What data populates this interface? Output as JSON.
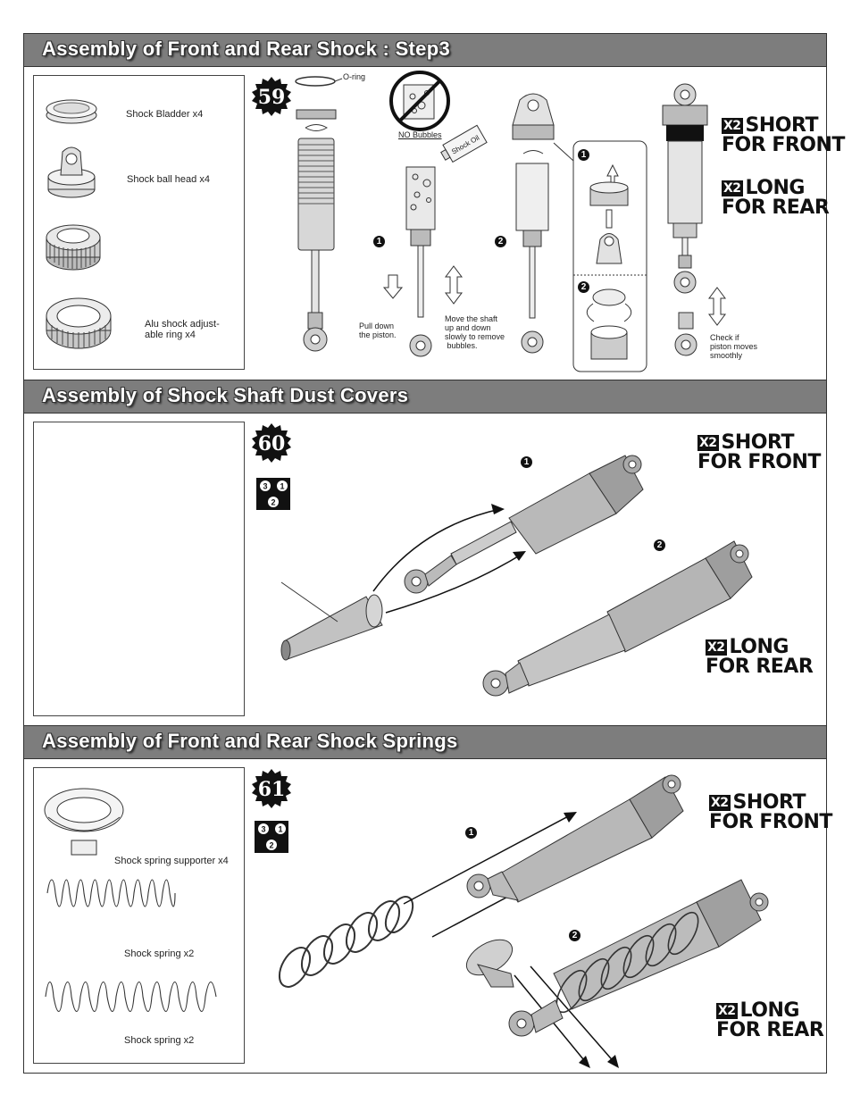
{
  "sections": [
    {
      "title": "Assembly of Front and Rear Shock : Step3"
    },
    {
      "title": "Assembly of Shock Shaft Dust Covers"
    },
    {
      "title": "Assembly of Front and Rear Shock Springs"
    }
  ],
  "step59": {
    "number": "59",
    "parts": [
      "Shock Bladder x4",
      "Shock ball head x4",
      "Alu shock adjust-\nable ring x4"
    ],
    "oring_label": "O-ring",
    "no_bubbles": "NO Bubbles",
    "shock_oil": "Shock Oil",
    "pull_down": "Pull down\nthe piston.",
    "move_shaft": "Move the shaft\nup and down\nslowly to remove\n bubbles.",
    "check_piston": "Check if\npiston moves\nsmoothly",
    "sub_numbers": [
      "1",
      "2",
      "1",
      "2"
    ],
    "tags": [
      {
        "qty": "X2",
        "size": "SHORT",
        "position": "FOR FRONT"
      },
      {
        "qty": "X2",
        "size": "LONG",
        "position": "FOR REAR"
      }
    ]
  },
  "step60": {
    "number": "60",
    "sequence": [
      "3",
      "1",
      "2"
    ],
    "sub_numbers": [
      "1",
      "2"
    ],
    "tags": [
      {
        "qty": "X2",
        "size": "SHORT",
        "position": "FOR FRONT"
      },
      {
        "qty": "X2",
        "size": "LONG",
        "position": "FOR REAR"
      }
    ]
  },
  "step61": {
    "number": "61",
    "sequence": [
      "3",
      "1",
      "2"
    ],
    "parts": [
      "Shock spring supporter x4",
      "Shock spring x2",
      "Shock spring x2"
    ],
    "sub_numbers": [
      "1",
      "2"
    ],
    "tags": [
      {
        "qty": "X2",
        "size": "SHORT",
        "position": "FOR FRONT"
      },
      {
        "qty": "X2",
        "size": "LONG",
        "position": "FOR REAR"
      }
    ]
  },
  "colors": {
    "band": "#7d7d7d",
    "ink": "#111111",
    "part_fill": "#bdbdbd"
  }
}
